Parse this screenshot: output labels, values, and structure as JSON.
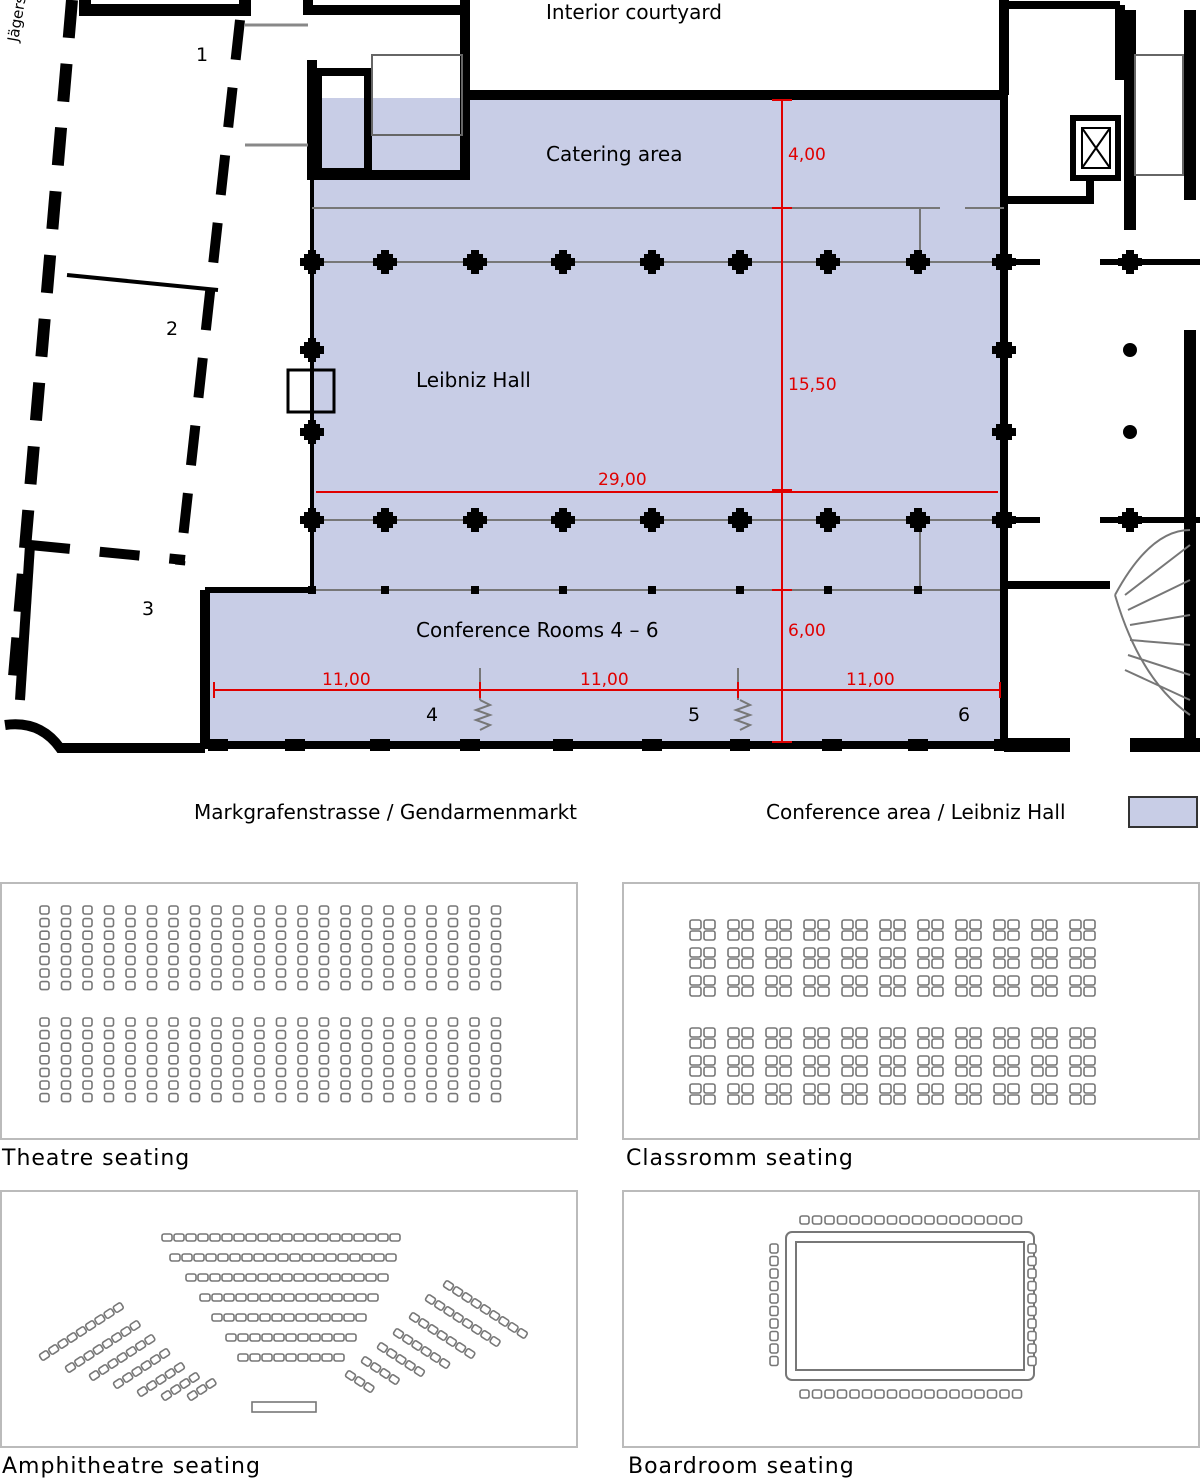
{
  "plan": {
    "courtyard": "Interior courtyard",
    "street_side": "Jägerstr.",
    "rooms": {
      "catering": "Catering area",
      "leibniz": "Leibniz Hall",
      "conference": "Conference Rooms 4 – 6"
    },
    "room_numbers": [
      "1",
      "2",
      "3",
      "4",
      "5",
      "6"
    ],
    "dimensions": {
      "catering_depth": "4,00",
      "hall_depth": "15,50",
      "hall_width": "29,00",
      "conference_depth": "6,00",
      "room4_width": "11,00",
      "room5_width": "11,00",
      "room6_width": "11,00"
    },
    "street_front": "Markgrafenstrasse / Gendarmenmarkt",
    "legend_label": "Conference area / Leibniz Hall",
    "colors": {
      "conference_fill": "#c8cde6",
      "dimension": "#e00000",
      "wall": "#000000"
    }
  },
  "layouts": {
    "theatre": "Theatre seating",
    "classroom": "Classromm seating",
    "amphitheatre": "Amphitheatre seating",
    "boardroom": "Boardroom seating"
  }
}
